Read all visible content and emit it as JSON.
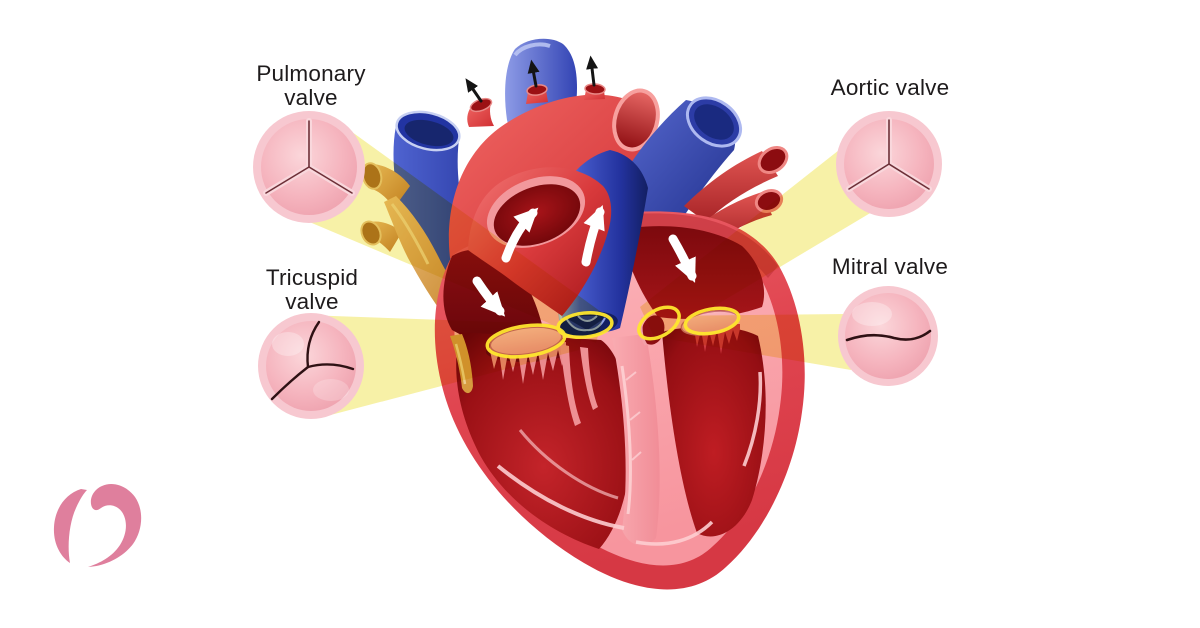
{
  "document": {
    "description": "Cut-away medical illustration of the human heart showing the four heart valves with magnified circular insets",
    "background_color": "#ffffff"
  },
  "labels": {
    "pulmonary_valve": {
      "line1": "Pulmonary",
      "line2": "valve"
    },
    "tricuspid_valve": {
      "line1": "Tricuspid",
      "line2": "valve"
    },
    "aortic_valve": {
      "text": "Aortic valve"
    },
    "mitral_valve": {
      "text": "Mitral valve"
    }
  },
  "icons": {
    "logo": "pink-heart-logo",
    "white_flow_arrows": "blood-flow-arrow",
    "black_branch_arrows": "outflow-direction-arrow",
    "valve_site_marker": "yellow-ellipse-highlight",
    "insets": [
      "pulmonary-valve-inset",
      "tricuspid-valve-inset",
      "aortic-valve-inset",
      "mitral-valve-inset"
    ]
  },
  "colors": {
    "artery_red": "#d93a3c",
    "vein_blue": "#3145bb",
    "heart_wall_red": "#e04550",
    "inner_wall_pink": "#f9a2a9",
    "chamber_dark_red": "#8c0e12",
    "beam_yellow": "#f7f1a2",
    "highlight_ring_yellow": "#ffe72e",
    "inset_pink": "#f5b3bd",
    "inset_ring_pink": "#f7c8d0",
    "tan_vessel": "#c8872f",
    "logo_pink": "#df7f9d",
    "label_text": "#1e1b1c"
  }
}
